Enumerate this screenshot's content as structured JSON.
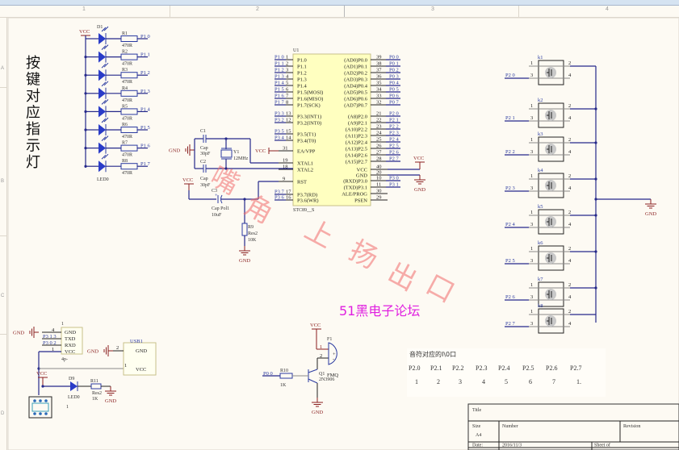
{
  "rulers": {
    "columns": [
      "1",
      "2",
      "3",
      "4"
    ],
    "rows": [
      "A",
      "B",
      "C",
      "D"
    ]
  },
  "vertical_title": [
    "按",
    "键",
    "对",
    "应",
    "指",
    "示",
    "灯"
  ],
  "watermark": [
    "嘴",
    "角",
    "上",
    "扬",
    "出",
    "口"
  ],
  "forum_label": "51黑电子论坛",
  "leds": {
    "header": "D1",
    "vcc": "VCC",
    "bottom_label": "LED0",
    "items": [
      {
        "res": "R1",
        "val": "470R",
        "net": "P1 0"
      },
      {
        "res": "R2",
        "val": "470R",
        "net": "P1 1"
      },
      {
        "res": "R3",
        "val": "470R",
        "net": "P1 2"
      },
      {
        "res": "R4",
        "val": "470R",
        "net": "P1 3"
      },
      {
        "res": "R5",
        "val": "470R",
        "net": "P1 4"
      },
      {
        "res": "R6",
        "val": "470R",
        "net": "P1 5"
      },
      {
        "res": "R7",
        "val": "470R",
        "net": "P1 6"
      },
      {
        "res": "R8",
        "val": "470R",
        "net": "P1 7"
      }
    ]
  },
  "mcu": {
    "ref": "U1",
    "part": "STC89__S",
    "left_pins": [
      {
        "net": "P1 0",
        "num": "1",
        "name": "P1.0"
      },
      {
        "net": "P1 1",
        "num": "2",
        "name": "P1.1"
      },
      {
        "net": "P1 2",
        "num": "3",
        "name": "P1.2"
      },
      {
        "net": "P1 3",
        "num": "4",
        "name": "P1.3"
      },
      {
        "net": "P1 4",
        "num": "5",
        "name": "P1.4"
      },
      {
        "net": "P1 5",
        "num": "6",
        "name": "P1.5(MOSI)"
      },
      {
        "net": "P1 6",
        "num": "7",
        "name": "P1.6(MISO)"
      },
      {
        "net": "P1 7",
        "num": "8",
        "name": "P1.7(SCK)"
      },
      {
        "net": "P3 3",
        "num": "13",
        "name": "P3.3(INT1)"
      },
      {
        "net": "P3 2",
        "num": "12",
        "name": "P3.2(INT0)"
      },
      {
        "net": "P3 5",
        "num": "15",
        "name": "P3.5(T1)"
      },
      {
        "net": "P3 4",
        "num": "14",
        "name": "P3.4(T0)"
      },
      {
        "net": "",
        "num": "31",
        "name": "EA/VPP"
      },
      {
        "net": "",
        "num": "19",
        "name": "XTAL1"
      },
      {
        "net": "",
        "num": "18",
        "name": "XTAL2"
      },
      {
        "net": "",
        "num": "9",
        "name": "RST"
      },
      {
        "net": "P3 7",
        "num": "17",
        "name": "P3.7(RD)"
      },
      {
        "net": "P3 6",
        "num": "16",
        "name": "P3.6(WR)"
      }
    ],
    "right_pins": [
      {
        "name": "(AD0)P0.0",
        "num": "39",
        "net": "P0 0"
      },
      {
        "name": "(AD1)P0.1",
        "num": "38",
        "net": "P0 1"
      },
      {
        "name": "(AD2)P0.2",
        "num": "37",
        "net": "P0 2"
      },
      {
        "name": "(AD3)P0.3",
        "num": "36",
        "net": "P0 3"
      },
      {
        "name": "(AD4)P0.4",
        "num": "35",
        "net": "P0 4"
      },
      {
        "name": "(AD5)P0.5",
        "num": "34",
        "net": "P0 5"
      },
      {
        "name": "(AD6)P0.6",
        "num": "33",
        "net": "P0 6"
      },
      {
        "name": "(AD7)P0.7",
        "num": "32",
        "net": "P0 7"
      },
      {
        "name": "(A8)P2.0",
        "num": "21",
        "net": "P2 0"
      },
      {
        "name": "(A9)P2.1",
        "num": "22",
        "net": "P2 1"
      },
      {
        "name": "(A10)P2.2",
        "num": "23",
        "net": "P2 2"
      },
      {
        "name": "(A11)P2.3",
        "num": "24",
        "net": "P2 3"
      },
      {
        "name": "(A12)P2.4",
        "num": "25",
        "net": "P2 4"
      },
      {
        "name": "(A13)P2.5",
        "num": "26",
        "net": "P2 5"
      },
      {
        "name": "(A14)P2.6",
        "num": "27",
        "net": "P2 6"
      },
      {
        "name": "(A15)P2.7",
        "num": "28",
        "net": "P2 7"
      },
      {
        "name": "VCC",
        "num": "40",
        "net": ""
      },
      {
        "name": "GND",
        "num": "20",
        "net": ""
      },
      {
        "name": "(RXD)P3.0",
        "num": "10",
        "net": "P3 0"
      },
      {
        "name": "(TXD)P3.1",
        "num": "11",
        "net": "P3 1"
      },
      {
        "name": "ALE/PROG",
        "num": "30",
        "net": ""
      },
      {
        "name": "PSEN",
        "num": "29",
        "net": ""
      }
    ]
  },
  "crystal": {
    "c1": {
      "ref": "C1",
      "type": "Cap",
      "val": "30pF"
    },
    "c2": {
      "ref": "C2",
      "type": "Cap",
      "val": "30pF"
    },
    "y1": {
      "ref": "Y1",
      "val": "12MHz"
    },
    "gnd": "GND",
    "vcc": "VCC"
  },
  "reset": {
    "vcc": "VCC",
    "c3": {
      "ref": "C3",
      "type": "Cap Pol1",
      "val": "10uF"
    },
    "r9": {
      "ref": "R9",
      "type": "Res2",
      "val": "10K"
    },
    "gnd": "GND"
  },
  "mcu_power": {
    "vcc": "VCC",
    "gnd": "GND"
  },
  "keys": {
    "gnd": "GND",
    "items": [
      {
        "ref": "k1",
        "net": "P2 0"
      },
      {
        "ref": "k2",
        "net": "P2 1"
      },
      {
        "ref": "k3",
        "net": "P2 2"
      },
      {
        "ref": "k4",
        "net": "P2 3"
      },
      {
        "ref": "k5",
        "net": "P2 4"
      },
      {
        "ref": "k6",
        "net": "P2 5"
      },
      {
        "ref": "k7",
        "net": "P2 6"
      },
      {
        "ref": "k8",
        "net": "P2 7"
      }
    ],
    "pins": [
      "1",
      "2",
      "3",
      "4"
    ]
  },
  "serial": {
    "ref": "1",
    "part": "4p-",
    "gnd": "GND",
    "pins": [
      {
        "num": "4",
        "name": "GND",
        "net": ""
      },
      {
        "num": "",
        "name": "TXD",
        "net": "P3 1 3"
      },
      {
        "num": "",
        "name": "RXD",
        "net": "P3 0 2"
      },
      {
        "num": "1",
        "name": "VCC",
        "net": ""
      }
    ]
  },
  "usb": {
    "ref": "USB1",
    "gnd": "GND",
    "pins": [
      {
        "num": "2",
        "name": "GND"
      },
      {
        "num": "1",
        "name": "VCC"
      }
    ]
  },
  "power_led": {
    "vcc": "VCC",
    "d": "D9",
    "led": "LED0",
    "r": "R11",
    "rtype": "Res2",
    "rval": "1K",
    "gnd": "GND",
    "sw_label": "1"
  },
  "buzzer": {
    "vcc": "VCC",
    "ref": "F1",
    "part": "FMQ",
    "pin1": "1",
    "pin2": "2",
    "plus": "+",
    "minus": "-",
    "q": "Q1",
    "qpart": "2N3906",
    "r": "R10",
    "rval": "1K",
    "net": "P0 0",
    "gnd": "GND"
  },
  "note": {
    "title": "音符对应的I\\0口",
    "ports": [
      "P2.0",
      "P2.1",
      "P2.2",
      "P2.3",
      "P2.4",
      "P2.5",
      "P2.6",
      "P2.7"
    ],
    "notes": [
      "1",
      "2",
      "3",
      "4",
      "5",
      "6",
      "7",
      "1."
    ]
  },
  "title_block": {
    "title_label": "Title",
    "size_label": "Size",
    "size": "A4",
    "number_label": "Number",
    "revision_label": "Revision",
    "date_label": "Date:",
    "date": "2016/11/3",
    "sheet_label": "Sheet   of"
  }
}
